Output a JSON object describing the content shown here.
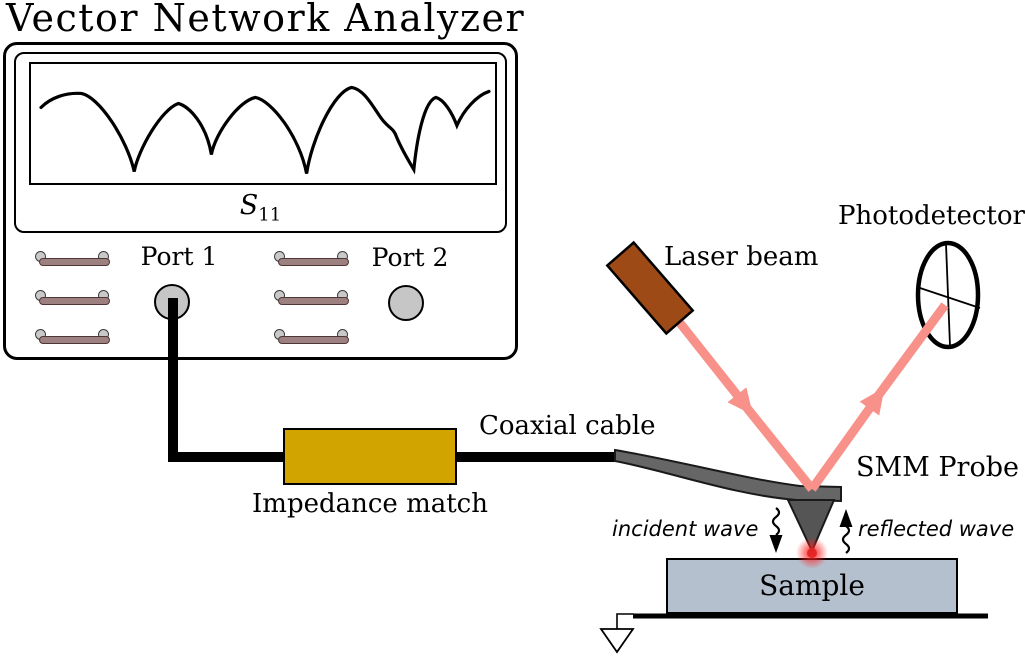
{
  "title": "Vector Network Analyzer",
  "vna": {
    "s_label": "S",
    "s_sub": "11",
    "port1_label": "Port 1",
    "port2_label": "Port 2"
  },
  "components": {
    "impedance_label": "Impedance match",
    "coax_label": "Coaxial cable",
    "laser_label": "Laser beam",
    "photodetector_label": "Photodetector",
    "smm_label": "SMM Probe",
    "sample_label": "Sample",
    "incident_label": "incident wave",
    "reflected_label": "reflected wave"
  },
  "colors": {
    "outline": "#000000",
    "gold": "#d1a400",
    "sample_fill": "#b5c0cf",
    "laser_body": "#9e4a16",
    "beam": "#f7918a",
    "cantilever": "#666666",
    "probe_tip": "#555555",
    "button_bar": "#9d8080",
    "button_knob": "#c9c9c9",
    "port_connector": "#c6c6c6",
    "glow": "#ff2020"
  }
}
